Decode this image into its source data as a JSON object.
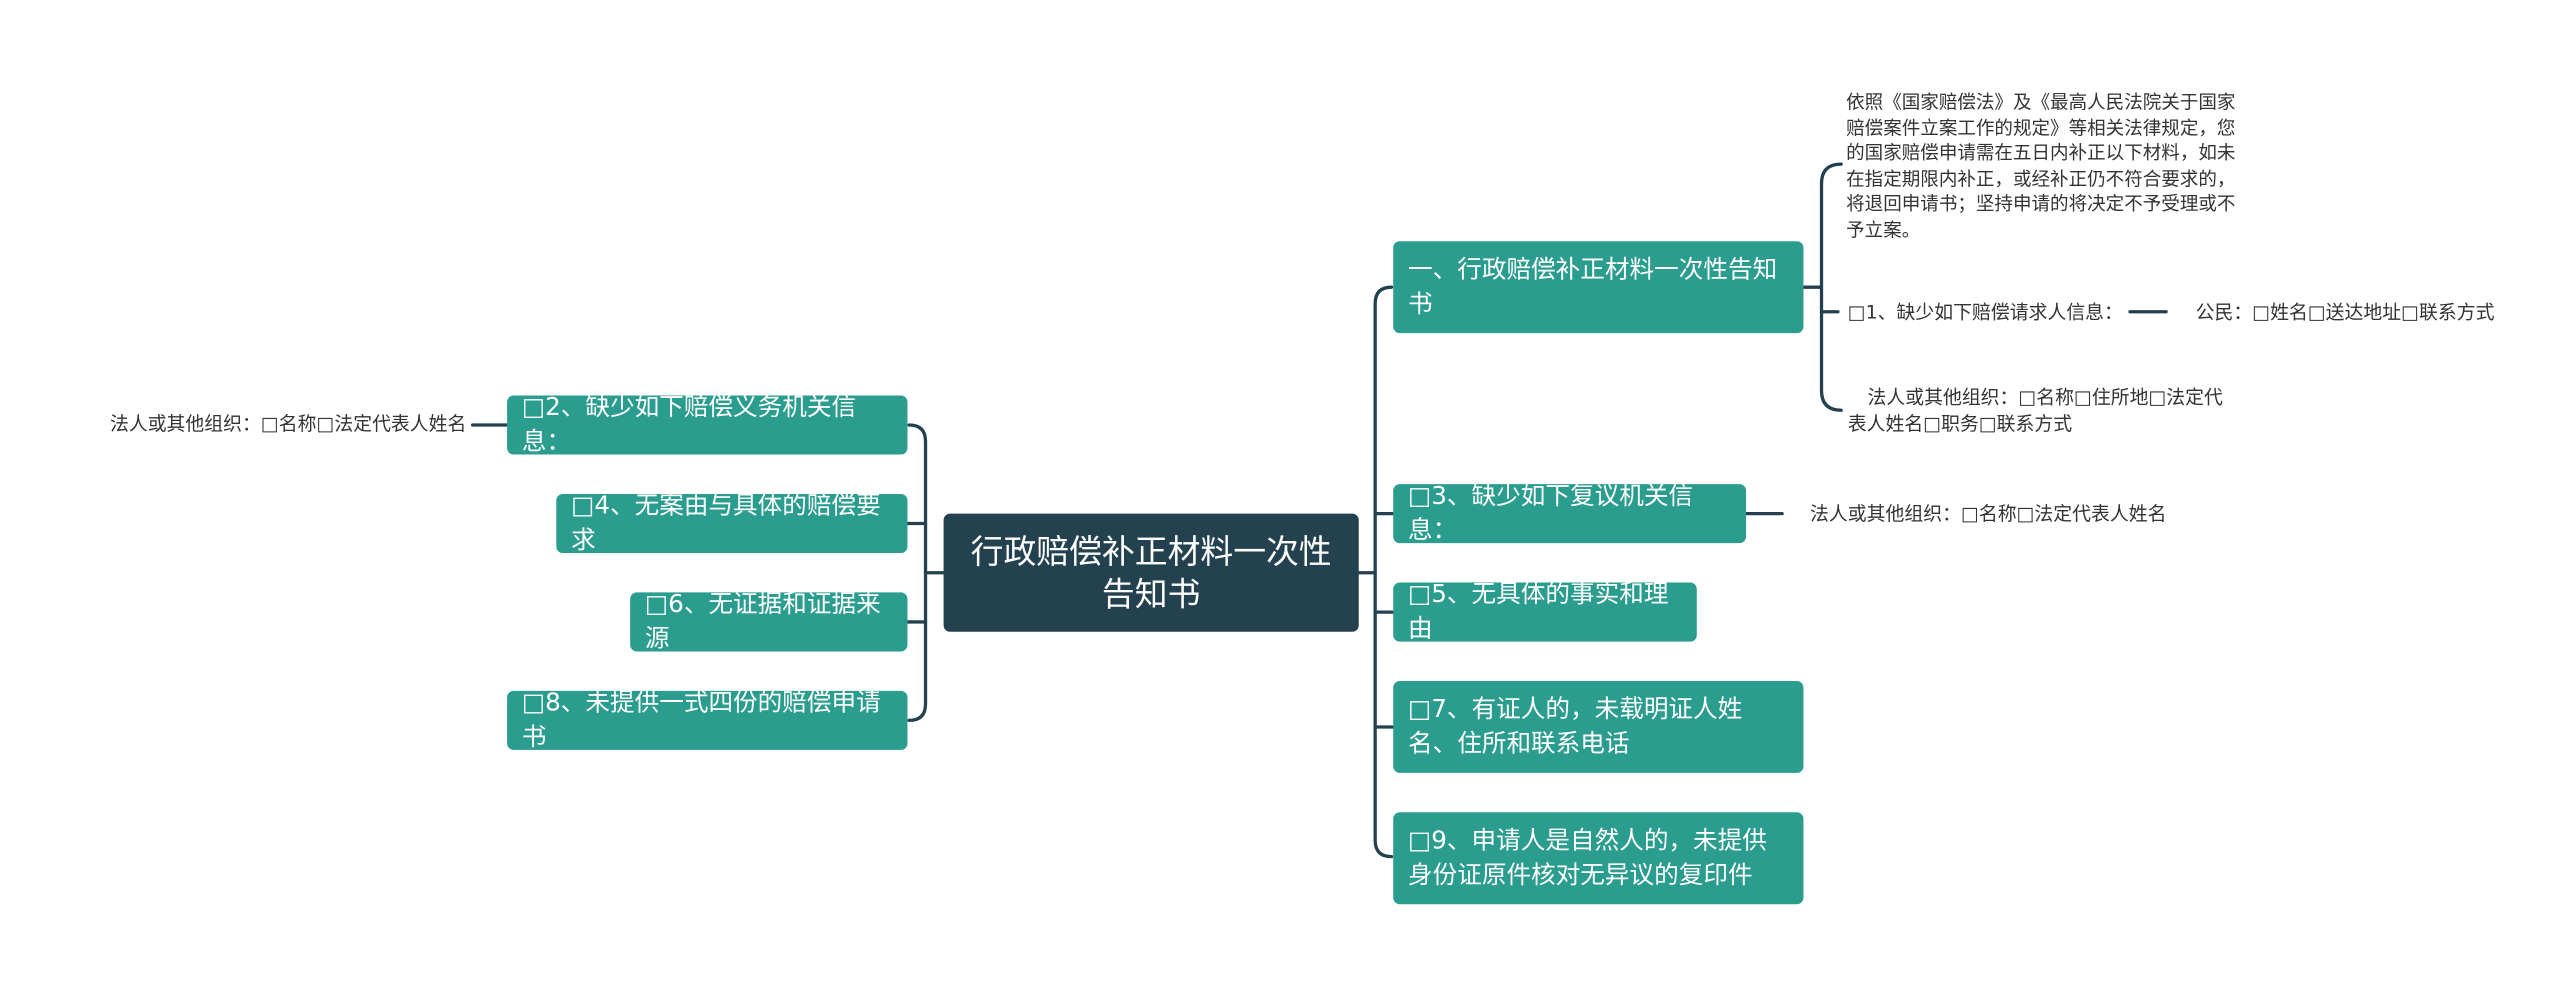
{
  "root": {
    "label": "行政赔偿补正材料一次性告知书"
  },
  "left": [
    {
      "label": "□2、缺少如下赔偿义务机关信息：",
      "child": "法人或其他组织：□名称□法定代表人姓名"
    },
    {
      "label": "□4、无案由与具体的赔偿要求"
    },
    {
      "label": "□6、无证据和证据来源"
    },
    {
      "label": "□8、未提供一式四份的赔偿申请书"
    }
  ],
  "right": [
    {
      "label": "一、行政赔偿补正材料一次性告知书",
      "children": [
        {
          "label": "依照《国家赔偿法》及《最高人民法院关于国家赔偿案件立案工作的规定》等相关法律规定，您的国家赔偿申请需在五日内补正以下材料，如未在指定期限内补正，或经补正仍不符合要求的，将退回申请书；坚持申请的将决定不予受理或不予立案。"
        },
        {
          "label": "□1、缺少如下赔偿请求人信息：",
          "child": "公民：□姓名□送达地址□联系方式"
        },
        {
          "label": "法人或其他组织：□名称□住所地□法定代表人姓名□职务□联系方式"
        }
      ]
    },
    {
      "label": "□3、缺少如下复议机关信息：",
      "child": "法人或其他组织：□名称□法定代表人姓名"
    },
    {
      "label": "□5、无具体的事实和理由"
    },
    {
      "label": "□7、有证人的，未载明证人姓名、住所和联系电话"
    },
    {
      "label": "□9、申请人是自然人的，未提供身份证原件核对无异议的复印件"
    }
  ],
  "colors": {
    "root": "#24414f",
    "node": "#2a9d8f",
    "line": "#24414f",
    "text": "#333333"
  }
}
